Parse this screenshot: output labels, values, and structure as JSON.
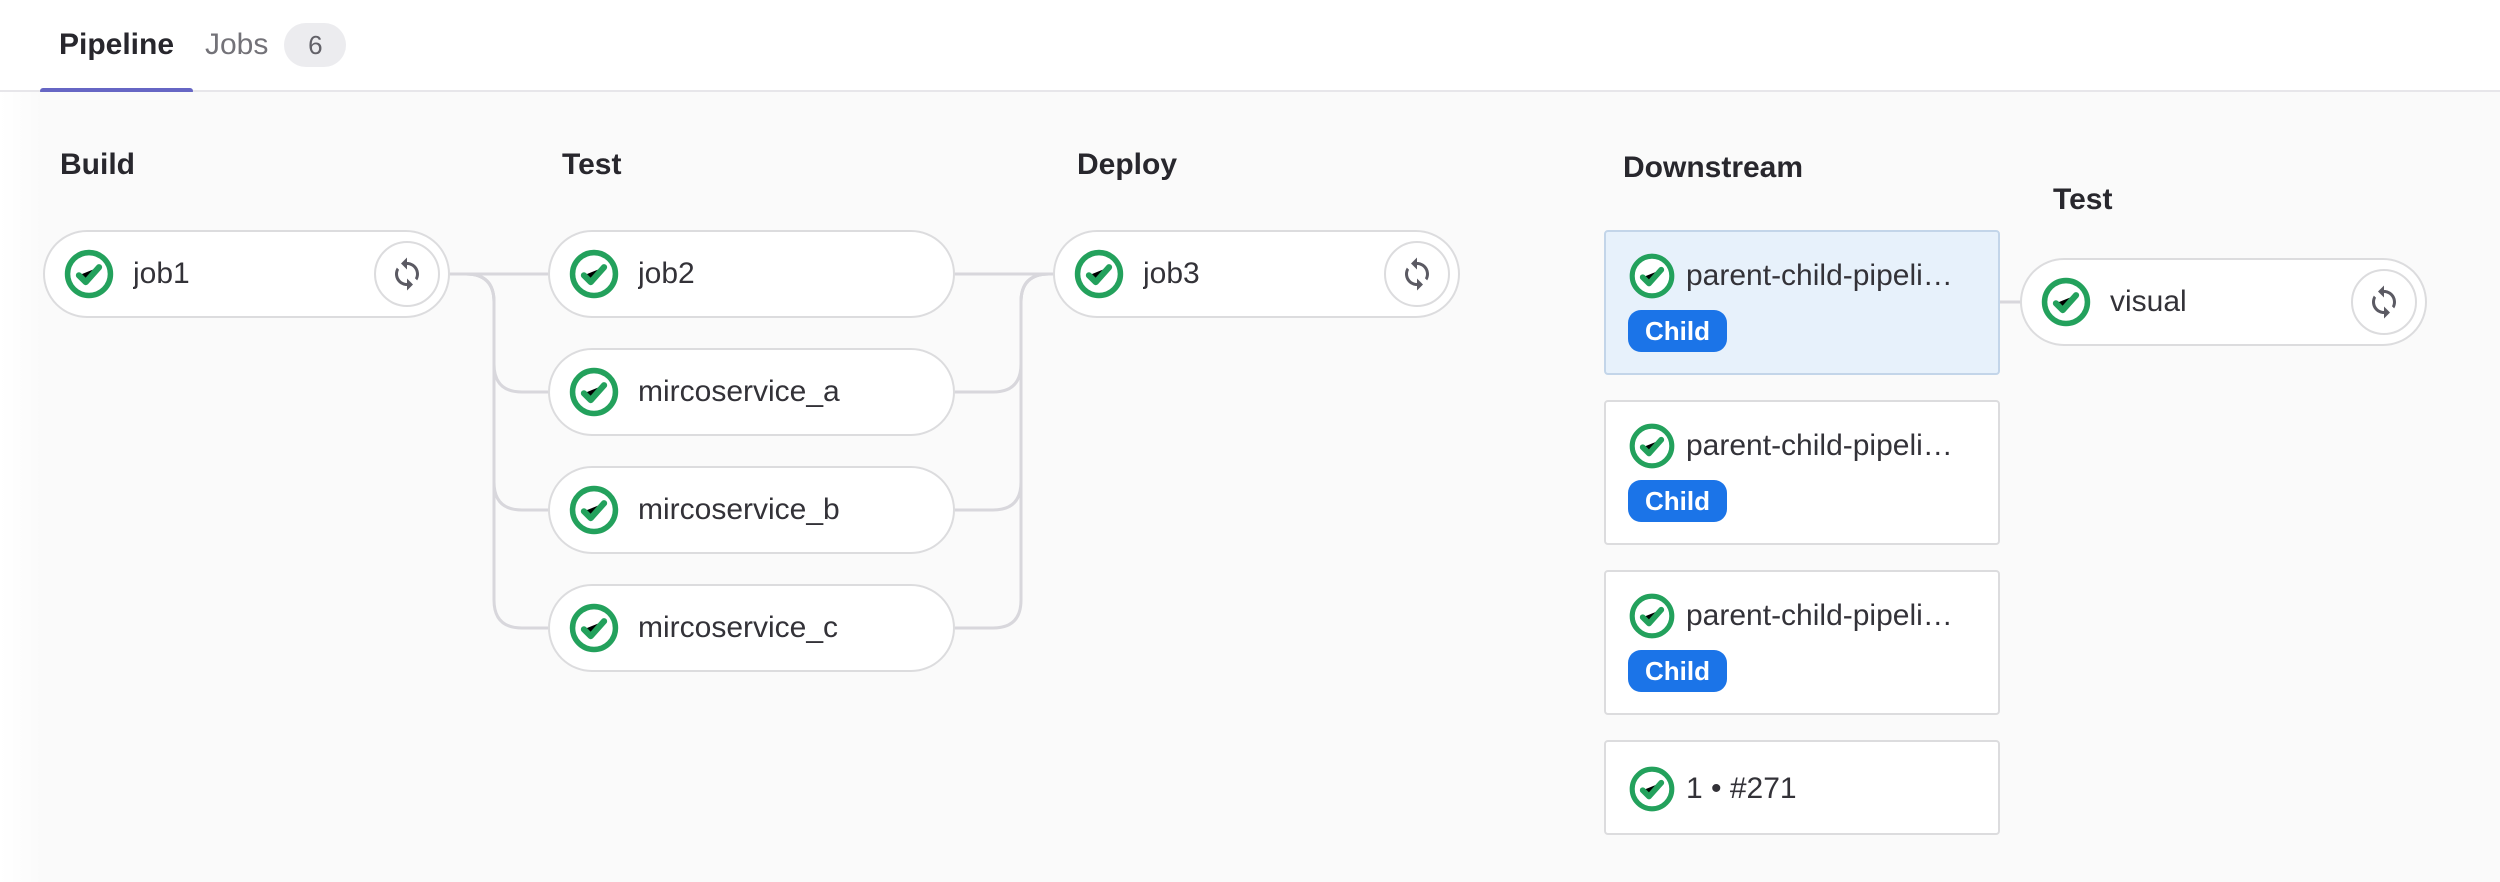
{
  "tabs": {
    "pipeline": "Pipeline",
    "jobs": "Jobs",
    "jobs_count": "6"
  },
  "stages": {
    "build": {
      "title": "Build"
    },
    "test": {
      "title": "Test"
    },
    "deploy": {
      "title": "Deploy"
    },
    "downstream": {
      "title": "Downstream"
    },
    "test2": {
      "title": "Test"
    }
  },
  "jobs": {
    "job1": {
      "name": "job1",
      "status": "success",
      "can_retry": true
    },
    "job2": {
      "name": "job2",
      "status": "success"
    },
    "microservice_a": {
      "name": "mircoservice_a",
      "status": "success"
    },
    "microservice_b": {
      "name": "mircoservice_b",
      "status": "success"
    },
    "microservice_c": {
      "name": "mircoservice_c",
      "status": "success"
    },
    "job3": {
      "name": "job3",
      "status": "success",
      "can_retry": true
    },
    "visual": {
      "name": "visual",
      "status": "success",
      "can_retry": true
    }
  },
  "downstream_cards": [
    {
      "name": "parent-child-pipeli…",
      "badge": "Child",
      "status": "success",
      "selected": true
    },
    {
      "name": "parent-child-pipeli…",
      "badge": "Child",
      "status": "success",
      "selected": false
    },
    {
      "name": "parent-child-pipeli…",
      "badge": "Child",
      "status": "success",
      "selected": false
    },
    {
      "name": "1 • #271",
      "status": "success",
      "selected": false
    }
  ],
  "icons": {
    "status_success": "check-circle-icon",
    "retry": "retry-icon"
  },
  "colors": {
    "accent_purple": "#6666c4",
    "success_green": "#23a15c",
    "badge_blue": "#1b74e8",
    "selected_card_bg": "#e7f1fb",
    "connector_gray": "#d8d7dc",
    "border_gray": "#dcdcde",
    "graph_bg": "#fafafa"
  }
}
